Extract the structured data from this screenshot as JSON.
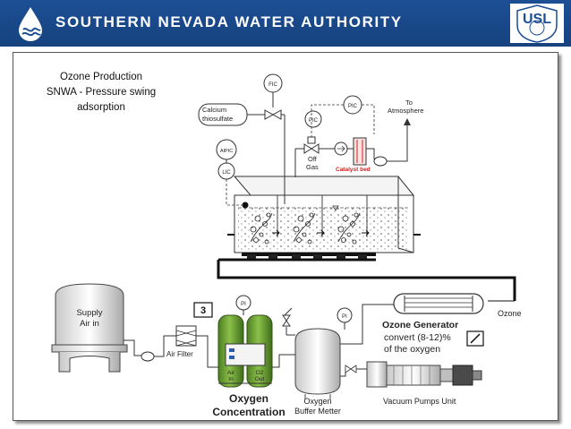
{
  "header": {
    "title": "SOUTHERN NEVADA WATER AUTHORITY",
    "partner_logo_text": "USL"
  },
  "caption": {
    "line1": "Ozone Production",
    "line2": "SNWA - Pressure swing",
    "line3": "adsorption"
  },
  "diagram": {
    "fic": "FIC",
    "pic_left": "PIC",
    "pic_right": "PIC",
    "aipic": "AIPIC",
    "lic": "LIC",
    "calcium_line1": "Calcium",
    "calcium_line2": "thiosulfate",
    "off_gas_line1": "Off",
    "off_gas_line2": "Gas",
    "catalyst": "Catalyst bed",
    "to_atm_line1": "To",
    "to_atm_line2": "Atmosphere",
    "supply_line1": "Supply",
    "supply_line2": "Air in",
    "air_filter": "Air Filter",
    "number_box": "3",
    "pi_left": "PI",
    "pi_right": "PI",
    "air_in_line1": "Air",
    "air_in_line2": "In",
    "o2_out_line1": "O2",
    "o2_out_line2": "Out",
    "oxygen_line1": "Oxygen",
    "oxygen_line2": "Concentration",
    "buffer_line1": "Oxygen",
    "buffer_line2": "Buffer Metter",
    "ozone_gen_title": "Ozone Generator",
    "ozone_gen_line2": "convert (8-12)%",
    "ozone_gen_line3": "of the oxygen",
    "ozone_label": "Ozone",
    "vacuum": "Vacuum Pumps Unit"
  },
  "colors": {
    "banner": "#1d4f95",
    "oxygen_green": "#5a8f2a",
    "catalyst_red": "#cc2222"
  }
}
